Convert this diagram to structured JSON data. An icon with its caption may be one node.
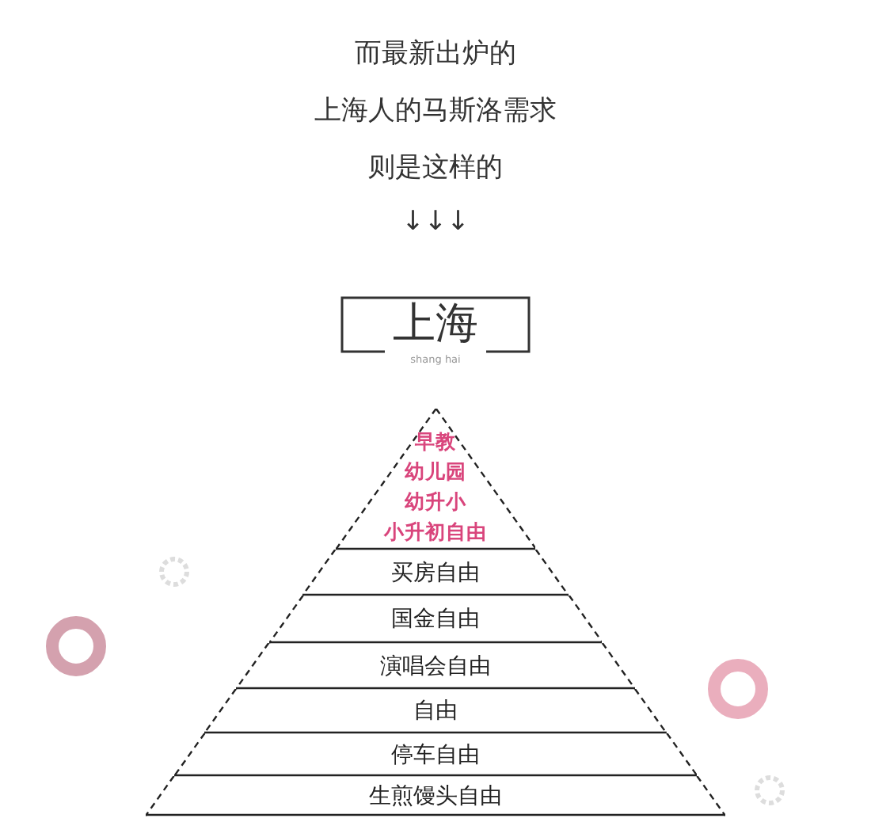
{
  "diagram": {
    "nodes": [
      {
        "text": [
          "上海",
          "shang hai"
        ]
      },
      {
        "text": [
          "早教",
          "幼儿园",
          "幼升小",
          "小升初自由"
        ]
      },
      {
        "text": [
          "买房自由"
        ]
      },
      {
        "text": [
          "国金自由"
        ]
      },
      {
        "text": [
          "演唱会自由"
        ]
      },
      {
        "text": [
          "自由"
        ]
      },
      {
        "text": [
          "停车自由"
        ]
      },
      {
        "text": [
          "生煎馒头自由"
        ]
      }
    ],
    "labels": [
      "而最新出炉的",
      "上海人的马斯洛需求",
      "则是这样的",
      "↓↓↓"
    ]
  }
}
